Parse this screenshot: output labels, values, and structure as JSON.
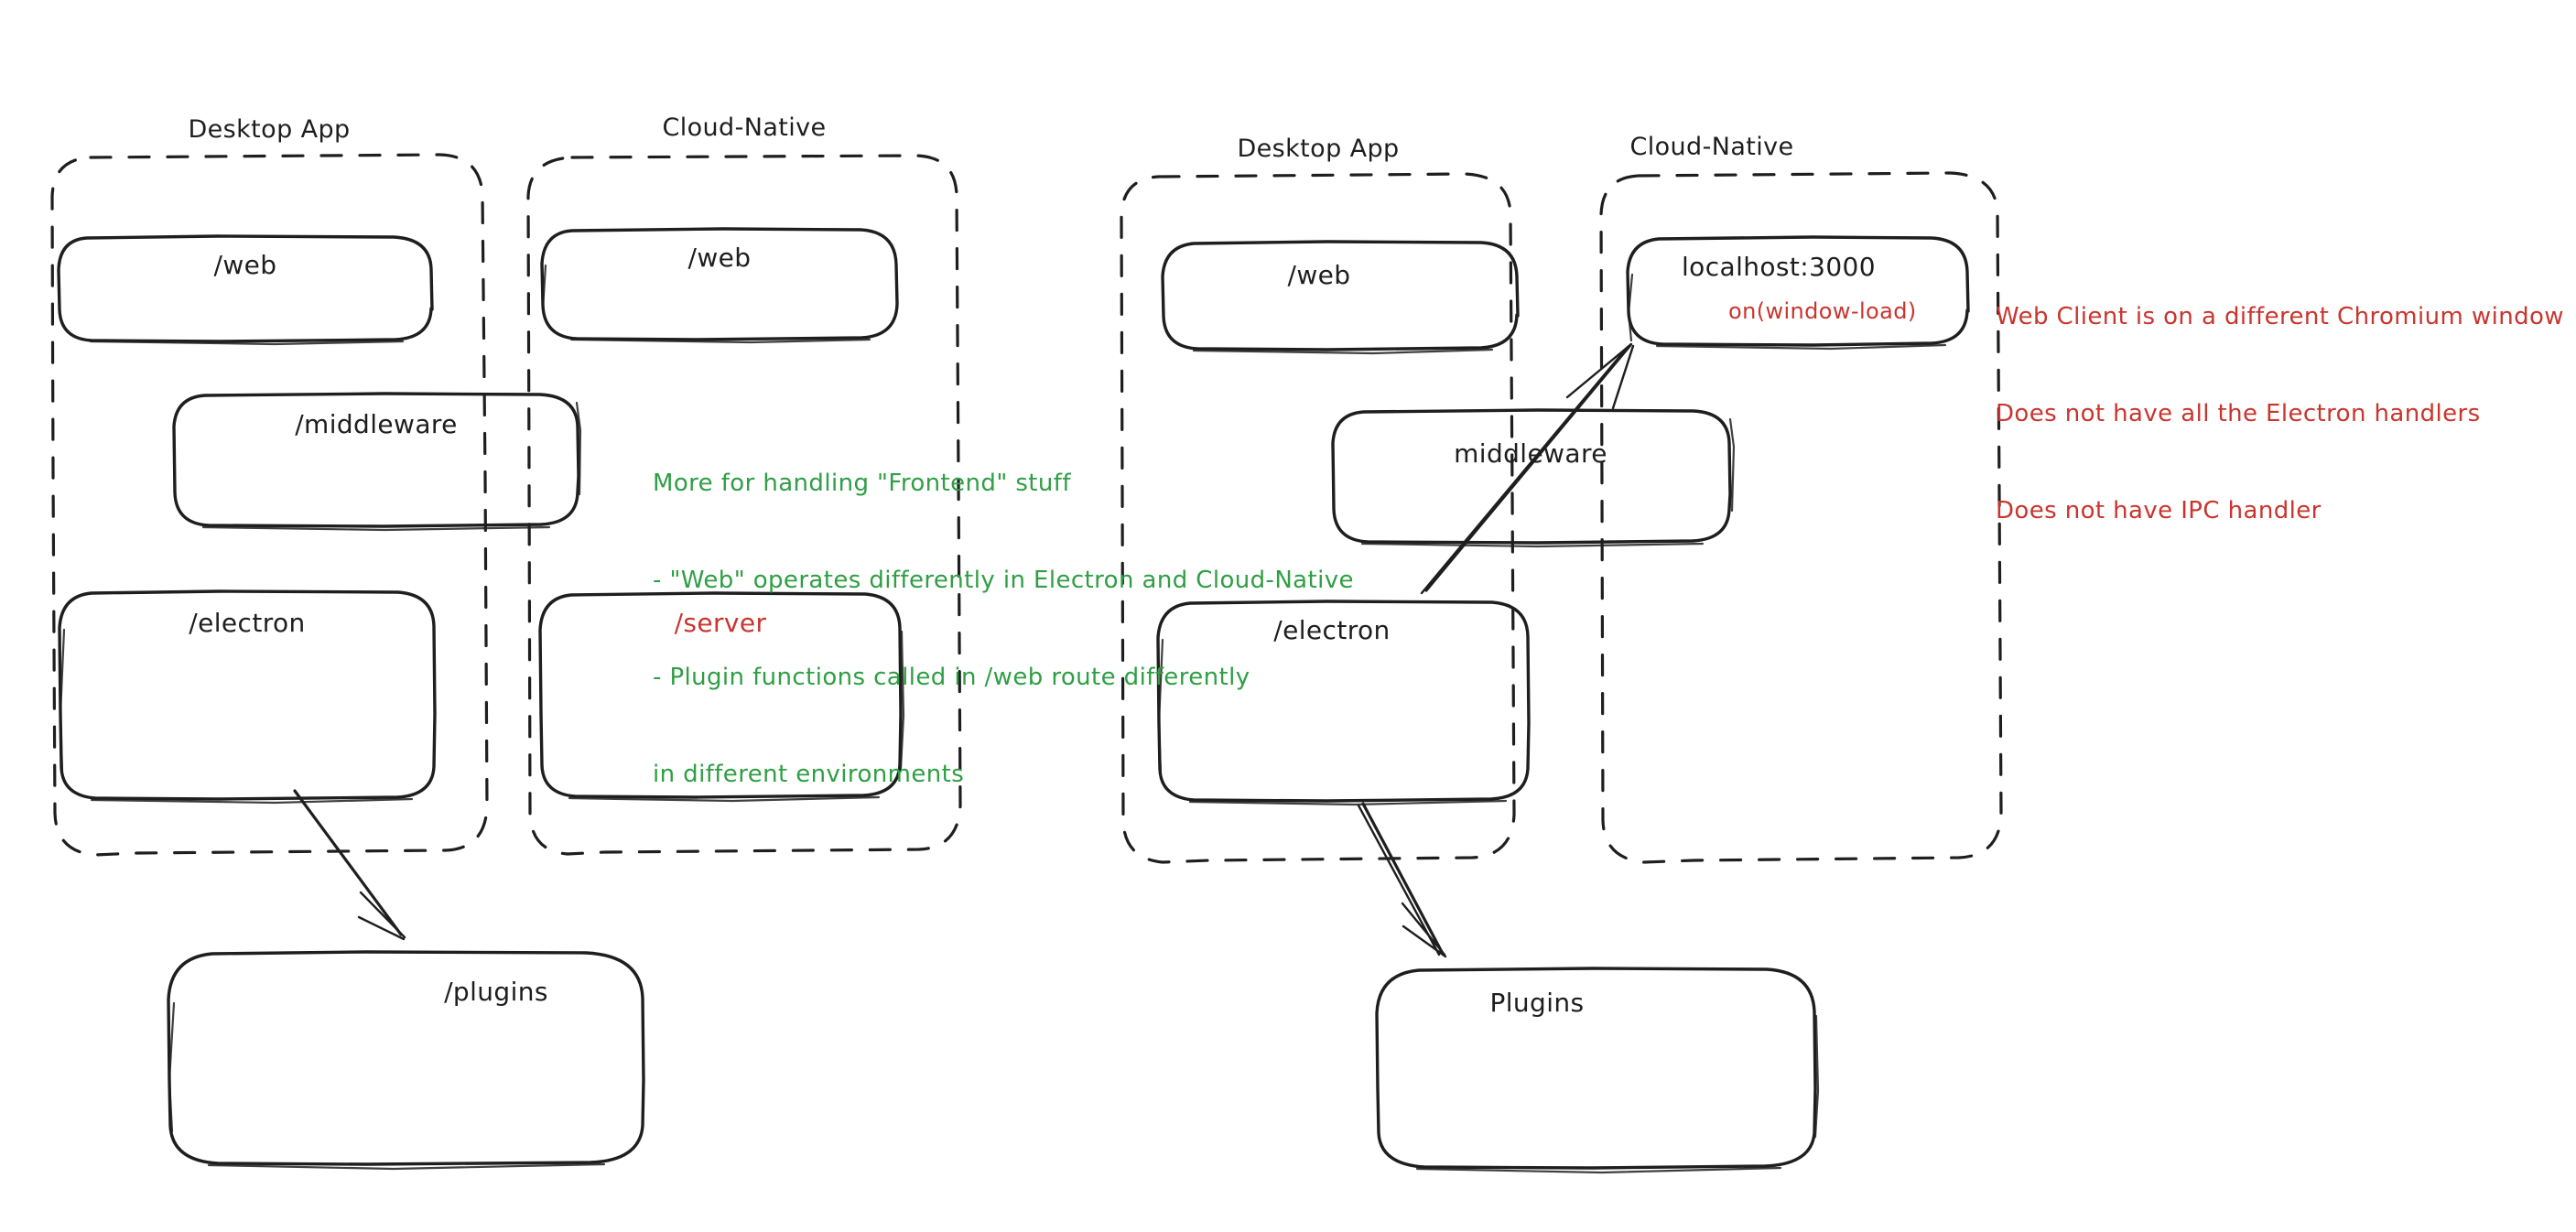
{
  "diagram": {
    "title": "Electron Desktop App vs Cloud-Native architecture comparison",
    "colors": {
      "stroke": "#1e1e1e",
      "green": "#2f9e44",
      "red": "#c9352e",
      "background": "#ffffff"
    }
  },
  "left_diagram": {
    "groups": [
      {
        "label": "Desktop App"
      },
      {
        "label": "Cloud-Native"
      }
    ],
    "nodes": [
      {
        "label": "/web",
        "color": "#1e1e1e",
        "group": "Desktop App"
      },
      {
        "label": "/web",
        "color": "#1e1e1e",
        "group": "Cloud-Native"
      },
      {
        "label": "/middleware",
        "color": "#1e1e1e",
        "group": "spanning"
      },
      {
        "label": "/electron",
        "color": "#1e1e1e",
        "group": "Desktop App"
      },
      {
        "label": "/server",
        "color": "#c9352e",
        "group": "Cloud-Native"
      },
      {
        "label": "/plugins",
        "color": "#1e1e1e",
        "group": "outside"
      }
    ],
    "annotation": {
      "color": "#2f9e44",
      "lines": [
        "More for handling \"Frontend\" stuff",
        "- \"Web\" operates differently in Electron and Cloud-Native",
        "- Plugin functions called in /web route differently",
        "in different environments"
      ]
    }
  },
  "right_diagram": {
    "groups": [
      {
        "label": "Desktop App"
      },
      {
        "label": "Cloud-Native"
      }
    ],
    "nodes": [
      {
        "label": "/web",
        "color": "#1e1e1e",
        "group": "Desktop App"
      },
      {
        "label": "localhost:3000",
        "color": "#1e1e1e",
        "group": "Cloud-Native",
        "sublabel": "on(window-load)",
        "sublabel_color": "#c9352e"
      },
      {
        "label": "middleware",
        "color": "#1e1e1e",
        "group": "spanning"
      },
      {
        "label": "/electron",
        "color": "#1e1e1e",
        "group": "Desktop App"
      },
      {
        "label": "Plugins",
        "color": "#1e1e1e",
        "group": "outside"
      }
    ],
    "annotation": {
      "color": "#c9352e",
      "lines": [
        "Web Client is on a different Chromium window",
        "Does not have all the Electron handlers",
        "Does not have IPC handler"
      ]
    }
  }
}
